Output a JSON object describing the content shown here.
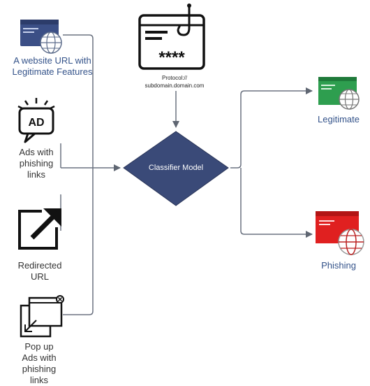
{
  "inputs": {
    "website": {
      "label_line1": "A website URL with",
      "label_line2": "Legitimate Features",
      "icon": "website-globe-icon"
    },
    "ads": {
      "label_line1": "Ads with",
      "label_line2": "phishing",
      "label_line3": "links",
      "icon_text": "AD",
      "icon": "ad-icon"
    },
    "redirected": {
      "label_line1": "Redirected",
      "label_line2": "URL",
      "icon": "external-link-icon"
    },
    "popup": {
      "label_line1": "Pop up",
      "label_line2": "Ads with",
      "label_line3": "phishing",
      "label_line4": "links",
      "icon": "popup-window-icon"
    }
  },
  "phishing_hook": {
    "line1": "Protocol://",
    "line2": "subdomain.domain.com",
    "masked": "****",
    "icon": "phishing-hook-login-icon"
  },
  "classifier": {
    "label": "Classifier Model",
    "color": "#3a4a78"
  },
  "outputs": {
    "legitimate": {
      "label": "Legitimate",
      "color": "#2e9e4f",
      "icon": "green-window-globe-icon"
    },
    "phishing": {
      "label": "Phishing",
      "color": "#e02020",
      "icon": "red-window-globe-icon"
    }
  },
  "colors": {
    "connector": "#6b7280",
    "label_blue": "#34538a"
  }
}
